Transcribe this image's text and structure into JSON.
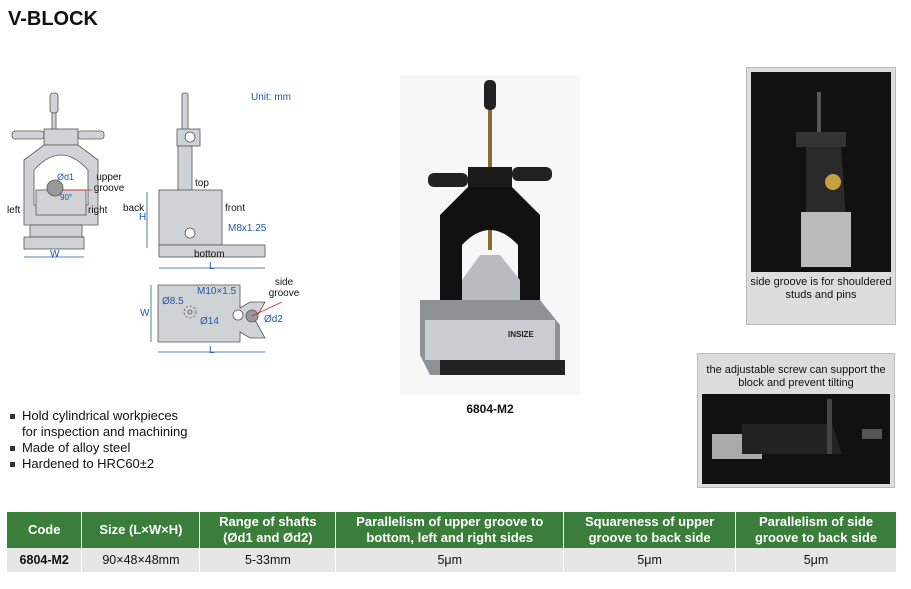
{
  "title": "V-BLOCK",
  "diagram": {
    "unit": "Unit: mm",
    "upper_groove": "upper groove",
    "left": "left",
    "right": "right",
    "w1": "W",
    "d1": "Ød1",
    "angle": "90°",
    "top": "top",
    "back": "back",
    "front": "front",
    "h": "H",
    "thread1": "M8x1.25",
    "bottom": "bottom",
    "l1": "L",
    "side_groove": "side groove",
    "thread2": "M10×1.5",
    "hole1": "Ø8.5",
    "hole2": "Ø14",
    "d2": "Ød2",
    "w2": "W",
    "l2": "L"
  },
  "features": [
    "Hold cylindrical workpieces",
    "for inspection and machining",
    "Made of alloy steel",
    "Hardened to HRC60±2"
  ],
  "product": {
    "code": "6804-M2",
    "brand": "INSIZE"
  },
  "photo1_caption": "side groove is for shouldered studs and pins",
  "photo2_caption": "the adjustable screw can support the block and prevent tilting",
  "table": {
    "headers": [
      "Code",
      "Size (L×W×H)",
      "Range of shafts (Ød1 and Ød2)",
      "Parallelism of upper groove to bottom, left and right sides",
      "Squareness of upper groove to back side",
      "Parallelism of side groove to back side"
    ],
    "rows": [
      [
        "6804-M2",
        "90×48×48mm",
        "5-33mm",
        "5μm",
        "5μm",
        "5μm"
      ]
    ]
  },
  "colors": {
    "header_green": "#3b7d3a",
    "dim_blue": "#1f5aa6"
  }
}
